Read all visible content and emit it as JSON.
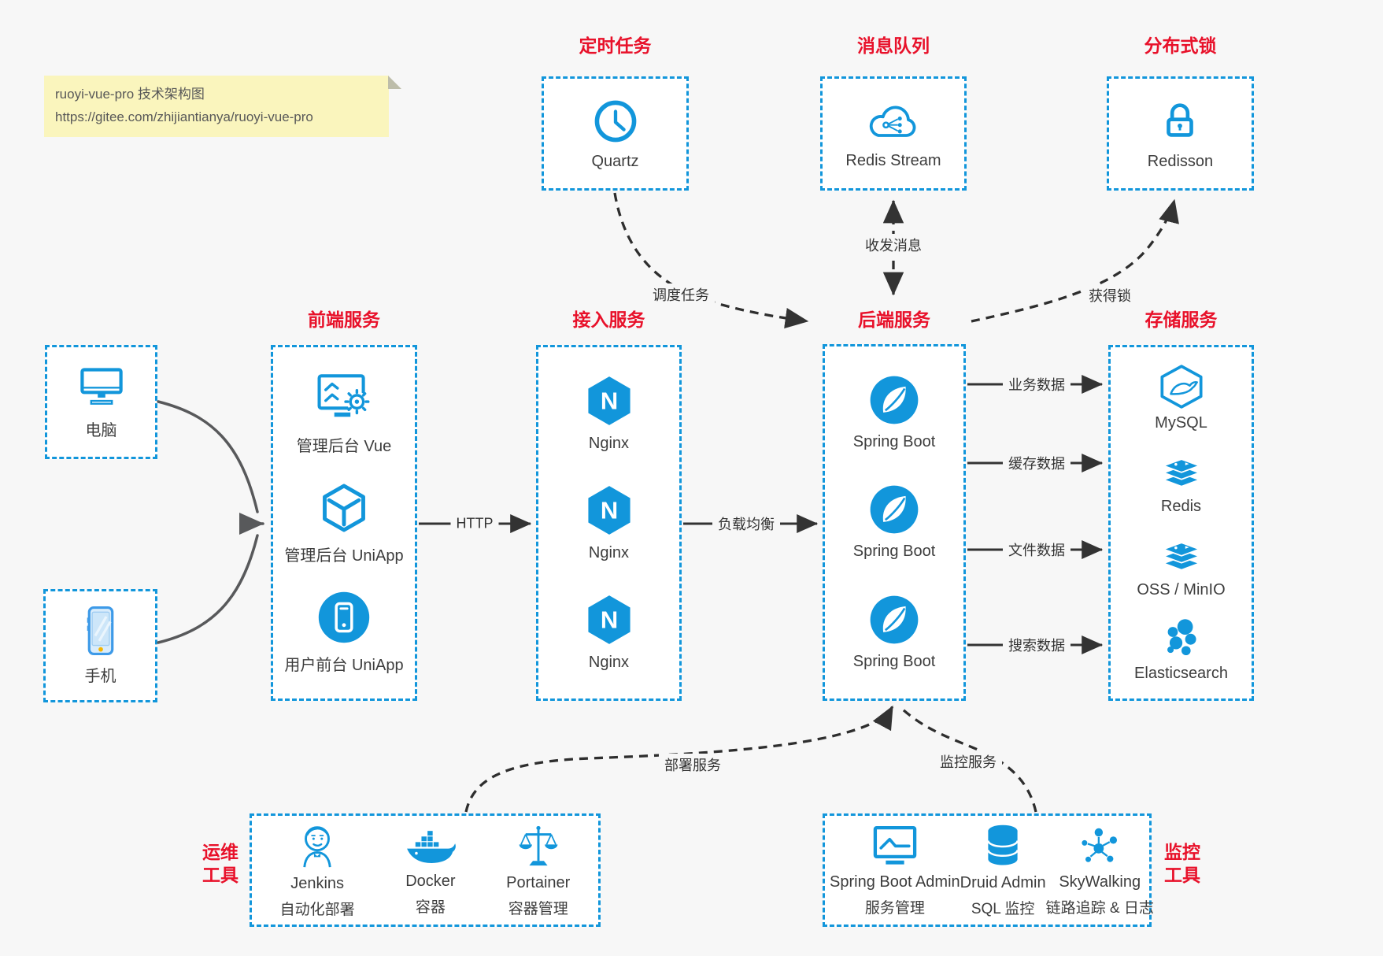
{
  "colors": {
    "blue": "#1296db",
    "red": "#e8112a",
    "bg": "#f7f7f7",
    "ink": "#3d3d3d",
    "arrow": "#333333",
    "note_bg": "#faf5bd"
  },
  "note": {
    "line1": "ruoyi-vue-pro 技术架构图",
    "line2": "https://gitee.com/zhijiantianya/ruoyi-vue-pro"
  },
  "top_groups": [
    {
      "title": "定时任务",
      "icon": "clock-icon",
      "label": "Quartz"
    },
    {
      "title": "消息队列",
      "icon": "cloud-message-icon",
      "label": "Redis Stream"
    },
    {
      "title": "分布式锁",
      "icon": "lock-icon",
      "label": "Redisson"
    }
  ],
  "clients": [
    {
      "icon": "desktop-icon",
      "label": "电脑"
    },
    {
      "icon": "smartphone-icon",
      "label": "手机"
    }
  ],
  "columns": [
    {
      "title": "前端服务",
      "items": [
        {
          "icon": "admin-vue-icon",
          "label": "管理后台 Vue"
        },
        {
          "icon": "uniapp-cube-icon",
          "label": "管理后台 UniApp"
        },
        {
          "icon": "user-mobile-icon",
          "label": "用户前台 UniApp"
        }
      ]
    },
    {
      "title": "接入服务",
      "items": [
        {
          "icon": "nginx-icon",
          "label": "Nginx"
        },
        {
          "icon": "nginx-icon",
          "label": "Nginx"
        },
        {
          "icon": "nginx-icon",
          "label": "Nginx"
        }
      ]
    },
    {
      "title": "后端服务",
      "items": [
        {
          "icon": "spring-boot-icon",
          "label": "Spring Boot"
        },
        {
          "icon": "spring-boot-icon",
          "label": "Spring Boot"
        },
        {
          "icon": "spring-boot-icon",
          "label": "Spring Boot"
        }
      ]
    },
    {
      "title": "存储服务",
      "items": [
        {
          "icon": "mysql-icon",
          "label": "MySQL"
        },
        {
          "icon": "redis-icon",
          "label": "Redis"
        },
        {
          "icon": "oss-icon",
          "label": "OSS / MinIO"
        },
        {
          "icon": "elasticsearch-icon",
          "label": "Elasticsearch"
        }
      ]
    }
  ],
  "bottom_groups": [
    {
      "title_lines": [
        "运维",
        "工具"
      ],
      "items": [
        {
          "icon": "jenkins-icon",
          "label": "Jenkins",
          "sublabel": "自动化部署"
        },
        {
          "icon": "docker-icon",
          "label": "Docker",
          "sublabel": "容器"
        },
        {
          "icon": "portainer-icon",
          "label": "Portainer",
          "sublabel": "容器管理"
        }
      ]
    },
    {
      "title_lines": [
        "监控",
        "工具"
      ],
      "items": [
        {
          "icon": "spring-boot-admin-icon",
          "label": "Spring Boot Admin",
          "sublabel": "服务管理"
        },
        {
          "icon": "druid-icon",
          "label": "Druid Admin",
          "sublabel": "SQL 监控"
        },
        {
          "icon": "skywalking-icon",
          "label": "SkyWalking",
          "sublabel": "链路追踪 & 日志"
        }
      ]
    }
  ],
  "edge_labels": {
    "schedule": "调度任务",
    "message": "收发消息",
    "lock": "获得锁",
    "http": "HTTP",
    "load_balance": "负载均衡",
    "business": "业务数据",
    "cache": "缓存数据",
    "file": "文件数据",
    "search": "搜索数据",
    "deploy": "部署服务",
    "monitor": "监控服务"
  }
}
